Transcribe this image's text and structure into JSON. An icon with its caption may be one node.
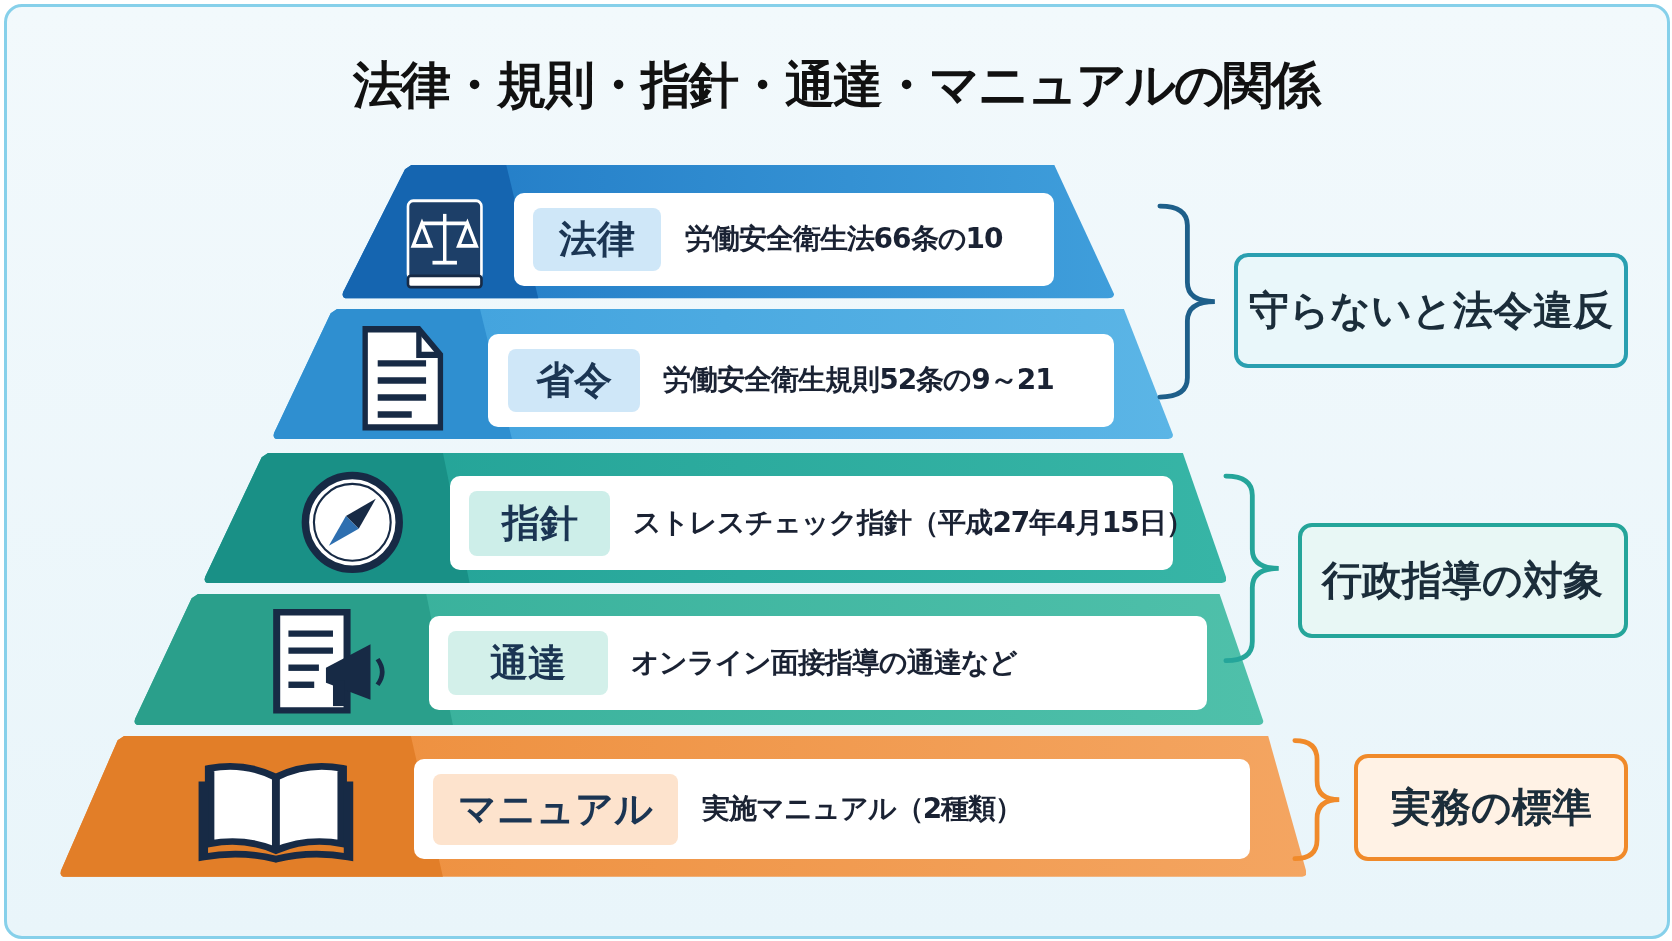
{
  "diagram": {
    "title": "法律・規則・指針・通達・マニュアルの関係",
    "nodes": [
      {
        "text": [
          "法律",
          "労働安全衛生法66条の10"
        ]
      },
      {
        "text": [
          "省令",
          "労働安全衛生規則52条の9～21"
        ]
      },
      {
        "text": [
          "指針",
          "ストレスチェック指針（平成27年4月15日）"
        ]
      },
      {
        "text": [
          "通達",
          "オンライン面接指導の通達など"
        ]
      },
      {
        "text": [
          "マニュアル",
          "実施マニュアル（2種類）"
        ]
      },
      {
        "text": [
          "守らないと法令違反"
        ]
      },
      {
        "text": [
          "行政指導の対象"
        ]
      },
      {
        "text": [
          "実務の標準"
        ]
      }
    ],
    "edges": []
  }
}
